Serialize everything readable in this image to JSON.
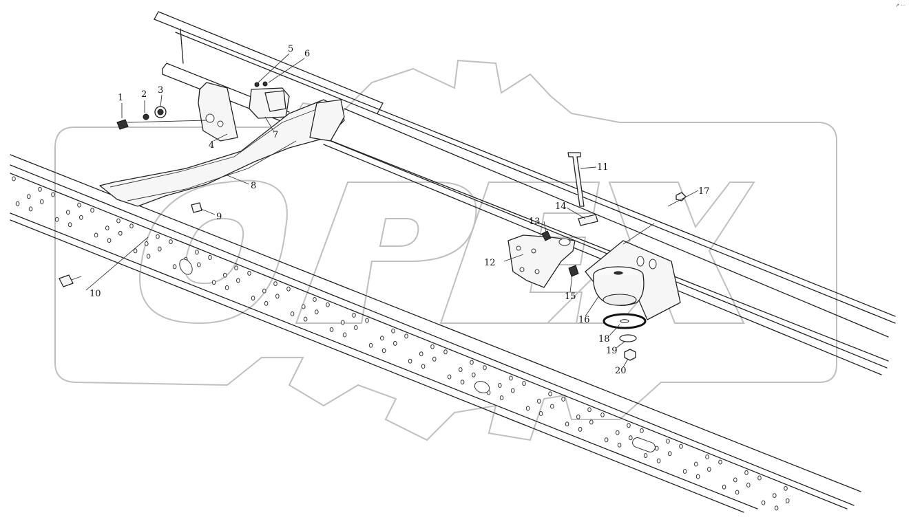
{
  "watermark": {
    "text": "OPEX",
    "color": "#bfbfbf"
  },
  "corner_mark": "↗ ···",
  "callouts": [
    "1",
    "2",
    "3",
    "4",
    "5",
    "6",
    "7",
    "8",
    "9",
    "10",
    "11",
    "12",
    "13",
    "14",
    "15",
    "16",
    "17",
    "18",
    "19",
    "20"
  ]
}
